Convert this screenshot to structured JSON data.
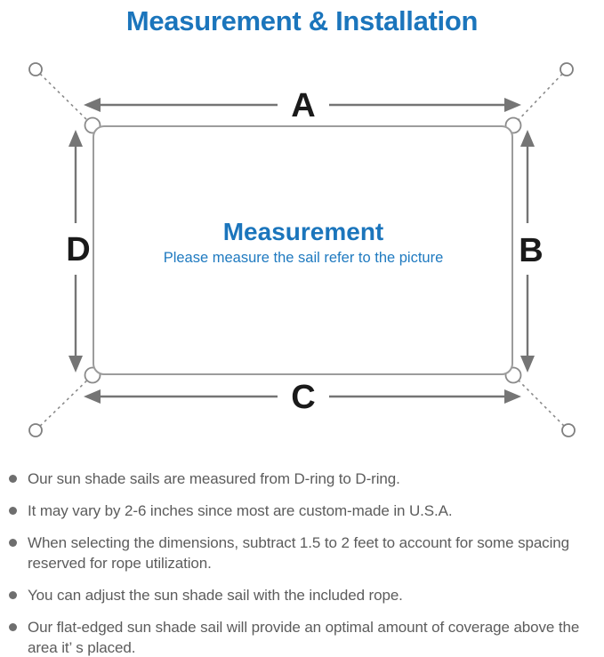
{
  "page": {
    "title": "Measurement & Installation"
  },
  "diagram": {
    "dimension_labels": {
      "top": "A",
      "right": "B",
      "bottom": "C",
      "left": "D"
    },
    "center_title": "Measurement",
    "center_subtitle": "Please measure the sail refer to the picture",
    "icons": {
      "anchor": "anchor-point-icon",
      "corner_ring": "d-ring-icon",
      "bullet": "bullet-icon"
    }
  },
  "notes": {
    "items": [
      "Our sun shade sails are measured from D-ring to D-ring.",
      "It may vary by 2-6 inches since most are custom-made in U.S.A.",
      "When selecting the dimensions, subtract 1.5 to 2 feet to account for some spacing reserved for rope utilization.",
      "You can adjust the sun shade sail with the included rope.",
      "Our flat-edged sun shade sail will provide an optimal amount of coverage above the area it’ s placed."
    ]
  },
  "colors": {
    "accent_blue": "#1b75bc",
    "dimension_label_black": "#1a1a1a",
    "arrow_gray": "#757575",
    "outline_gray": "#9c9c9c",
    "note_text_gray": "#5c5c5c"
  }
}
